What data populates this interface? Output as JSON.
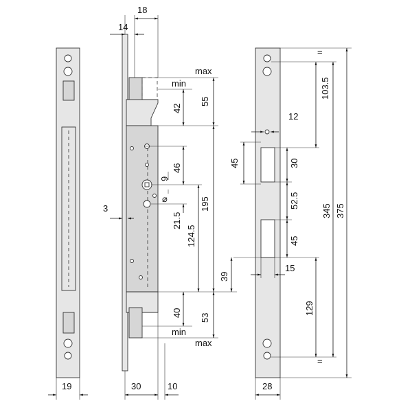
{
  "title": "Mortise lock dimensional drawing",
  "left_strip": {
    "width": "19"
  },
  "lock": {
    "top_offset_a": "18",
    "top_offset_b": "14",
    "max_top": "max",
    "min_top": "min",
    "d42": "42",
    "d55": "55",
    "d9": "9",
    "d46": "46",
    "d3": "3",
    "d195": "195",
    "d21_5": "21.5",
    "d124_5": "124.5",
    "d39": "39",
    "d40": "40",
    "d53": "53",
    "min_bottom": "min",
    "max_bottom": "max",
    "backset": "30",
    "d10": "10"
  },
  "right_strip": {
    "width": "28",
    "d12": "12",
    "d103_5": "103.5",
    "d45a": "45",
    "d30": "30",
    "d52_5": "52.5",
    "d345": "345",
    "d375": "375",
    "d45b": "45",
    "d15": "15",
    "d129": "129",
    "eq_top": "=",
    "eq_bottom": "="
  }
}
